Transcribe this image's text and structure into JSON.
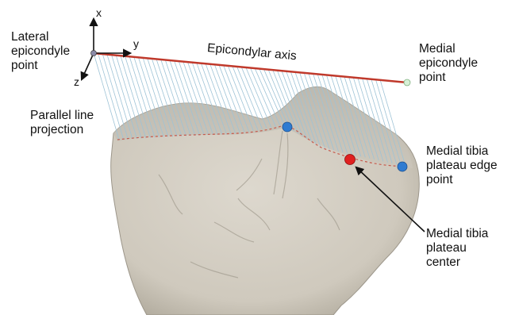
{
  "axes": {
    "x": "x",
    "y": "y",
    "z": "z"
  },
  "labels": {
    "lateral_epicondyle": [
      "Lateral",
      "epicondyle",
      "point"
    ],
    "medial_epicondyle": [
      "Medial",
      "epicondyle",
      "point"
    ],
    "epicondylar_axis": "Epicondylar axis",
    "parallel_line_projection": [
      "Parallel line",
      "projection"
    ],
    "medial_tibia_plateau_edge": [
      "Medial tibia",
      "plateau edge",
      "point"
    ],
    "medial_tibia_plateau_center": [
      "Medial tibia",
      "plateau",
      "center"
    ]
  },
  "colors": {
    "axis_line": "#c0392b",
    "projection_lines": "#9ec3d6",
    "bone": "#d8d3c8",
    "bone_shadow": "#a9a396",
    "edge_point": "#2e7bd1",
    "center_point": "#e02020"
  }
}
